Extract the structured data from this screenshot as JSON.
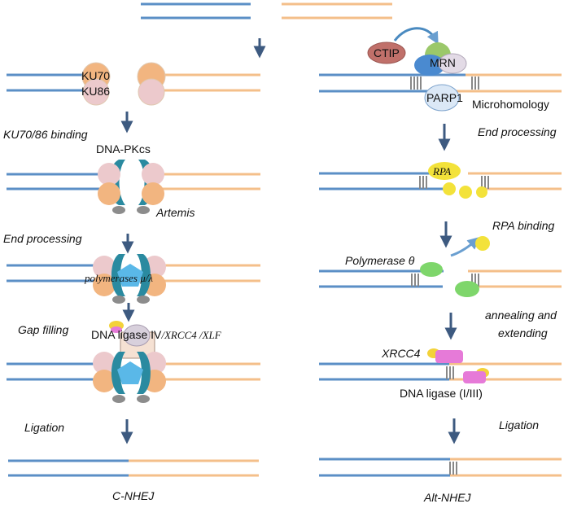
{
  "colors": {
    "blue_strand": "#5b8fc6",
    "orange_strand": "#f4bf8a",
    "teal_protein": "#2a8aa0",
    "blue_pentagon": "#5ab8e8",
    "ku_orange": "#f2b580",
    "ku_pink": "#ecc9cc",
    "grey_foot": "#8c8c8c",
    "rpa_yellow": "#f3e23a",
    "pol_green": "#7ed66b",
    "xrcc4_pink": "#e67ad8",
    "arrow": "#3d5a80"
  },
  "left": {
    "ku70": "KU70",
    "ku86": "KU86",
    "step1": "KU70/86 binding",
    "dnapkcs": "DNA-PKcs",
    "artemis": "Artemis",
    "step2": "End processing",
    "polymerases": "polymerases μ/λ",
    "step3": "Gap filling",
    "ligase_main": "DNA ligase IV",
    "ligase_rest": "/XRCC4 /XLF",
    "step4": "Ligation",
    "pathway": "C-NHEJ"
  },
  "right": {
    "ctip": "CTIP",
    "mrn": "MRN",
    "parp1": "PARP1",
    "microhomology": "Microhomology",
    "step1": "End processing",
    "rpa": "RPA",
    "step2": "RPA binding",
    "polymerase_theta": "Polymerase θ",
    "step3a": "annealing and",
    "step3b": "extending",
    "xrcc4": "XRCC4",
    "ligase": "DNA ligase (I/III)",
    "step4": "Ligation",
    "pathway": "Alt-NHEJ"
  }
}
